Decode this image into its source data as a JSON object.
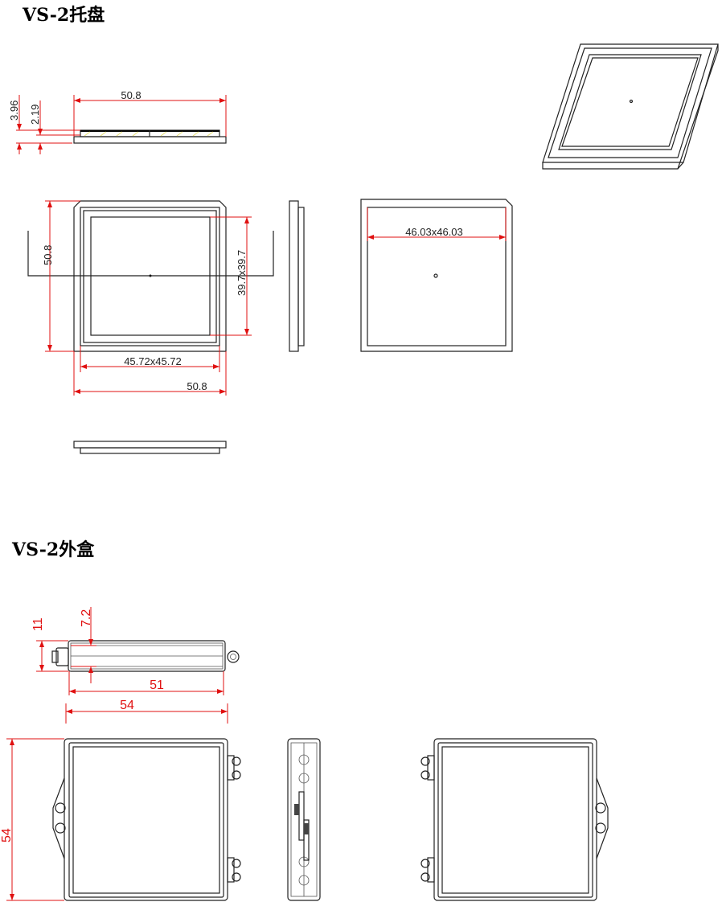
{
  "tray": {
    "title": "VS-2托盘",
    "dims": {
      "side_width": "50.8",
      "total_height": "3.96",
      "top_height": "2.19",
      "top_height_outer": "50.8",
      "inner_square": "39.7x39.7",
      "pocket": "45.72x45.72",
      "bottom_width": "50.8",
      "back_square": "46.03x46.03"
    }
  },
  "box": {
    "title": "VS-2外盒",
    "dims": {
      "height": "11",
      "inner_height": "7.2",
      "inner_width": "51",
      "outer_width": "54",
      "outer_height": "54"
    }
  },
  "colors": {
    "dimension": "#e01010",
    "outline": "#222222"
  }
}
